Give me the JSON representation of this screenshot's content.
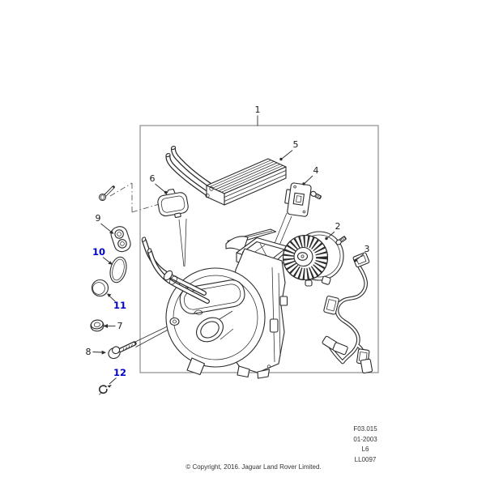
{
  "figure": {
    "frame_color": "#8c8c8c",
    "line_color": "#2b2b2b",
    "callout_color": "#1a1a1a",
    "highlight_color": "#0000cd",
    "callouts": {
      "c1": {
        "label": "1"
      },
      "c2": {
        "label": "2"
      },
      "c3": {
        "label": "3"
      },
      "c4": {
        "label": "4"
      },
      "c5": {
        "label": "5"
      },
      "c6": {
        "label": "6"
      },
      "c7": {
        "label": "7"
      },
      "c8": {
        "label": "8"
      },
      "c9": {
        "label": "9"
      },
      "c10": {
        "label": "10"
      },
      "c11": {
        "label": "11"
      },
      "c12": {
        "label": "12"
      }
    }
  },
  "figure_info": {
    "lines": [
      "F03.015",
      "01-2003",
      "L6",
      "LL0097"
    ]
  },
  "footer": {
    "copyright": "© Copyright, 2016. Jaguar Land Rover Limited."
  }
}
